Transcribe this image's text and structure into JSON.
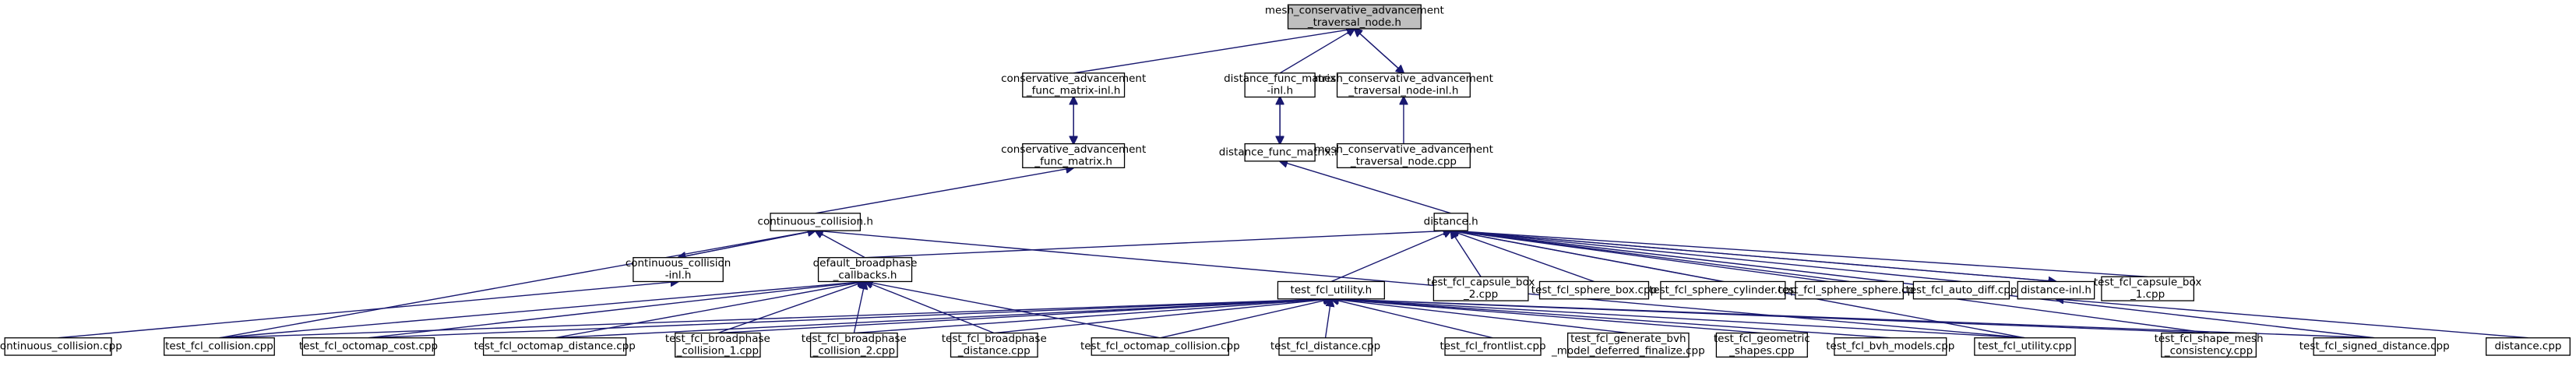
{
  "graph": {
    "colors": {
      "edge": "#191970",
      "root_fill": "#bfbfbf",
      "node_fill": "#ffffff",
      "border": "#000000"
    },
    "nodes": [
      {
        "id": "root",
        "lines": [
          "mesh_conservative_advancement",
          "_traversal_node.h"
        ],
        "root": true
      },
      {
        "id": "cafm_inl",
        "lines": [
          "conservative_advancement",
          "_func_matrix-inl.h"
        ]
      },
      {
        "id": "dfm_inl",
        "lines": [
          "distance_func_matrix",
          "-inl.h"
        ]
      },
      {
        "id": "mcatn_inl",
        "lines": [
          "mesh_conservative_advancement",
          "_traversal_node-inl.h"
        ]
      },
      {
        "id": "cafm",
        "lines": [
          "conservative_advancement",
          "_func_matrix.h"
        ]
      },
      {
        "id": "dfm",
        "lines": [
          "distance_func_matrix.h"
        ]
      },
      {
        "id": "mcatn_cpp",
        "lines": [
          "mesh_conservative_advancement",
          "_traversal_node.cpp"
        ]
      },
      {
        "id": "cc",
        "lines": [
          "continuous_collision.h"
        ]
      },
      {
        "id": "dist",
        "lines": [
          "distance.h"
        ]
      },
      {
        "id": "cc_inl",
        "lines": [
          "continuous_collision",
          "-inl.h"
        ]
      },
      {
        "id": "dbc",
        "lines": [
          "default_broadphase",
          "_callbacks.h"
        ]
      },
      {
        "id": "tfu",
        "lines": [
          "test_fcl_utility.h"
        ]
      },
      {
        "id": "capbox2",
        "lines": [
          "test_fcl_capsule_box",
          "_2.cpp"
        ]
      },
      {
        "id": "spherebox",
        "lines": [
          "test_fcl_sphere_box.cpp"
        ]
      },
      {
        "id": "spherecyl",
        "lines": [
          "test_fcl_sphere_cylinder.cpp"
        ]
      },
      {
        "id": "spheresphere",
        "lines": [
          "test_fcl_sphere_sphere.cpp"
        ]
      },
      {
        "id": "autodiff",
        "lines": [
          "test_fcl_auto_diff.cpp"
        ]
      },
      {
        "id": "dist_inl",
        "lines": [
          "distance-inl.h"
        ]
      },
      {
        "id": "capbox1",
        "lines": [
          "test_fcl_capsule_box",
          "_1.cpp"
        ]
      },
      {
        "id": "cc_cpp",
        "lines": [
          "continuous_collision.cpp"
        ]
      },
      {
        "id": "coll",
        "lines": [
          "test_fcl_collision.cpp"
        ]
      },
      {
        "id": "octcost",
        "lines": [
          "test_fcl_octomap_cost.cpp"
        ]
      },
      {
        "id": "octdist",
        "lines": [
          "test_fcl_octomap_distance.cpp"
        ]
      },
      {
        "id": "bp1",
        "lines": [
          "test_fcl_broadphase",
          "_collision_1.cpp"
        ]
      },
      {
        "id": "bp2",
        "lines": [
          "test_fcl_broadphase",
          "_collision_2.cpp"
        ]
      },
      {
        "id": "bpd",
        "lines": [
          "test_fcl_broadphase",
          "_distance.cpp"
        ]
      },
      {
        "id": "octcoll",
        "lines": [
          "test_fcl_octomap_collision.cpp"
        ]
      },
      {
        "id": "tdist",
        "lines": [
          "test_fcl_distance.cpp"
        ]
      },
      {
        "id": "front",
        "lines": [
          "test_fcl_frontlist.cpp"
        ]
      },
      {
        "id": "genbvh",
        "lines": [
          "test_fcl_generate_bvh",
          "_model_deferred_finalize.cpp"
        ]
      },
      {
        "id": "geom",
        "lines": [
          "test_fcl_geometric",
          "_shapes.cpp"
        ]
      },
      {
        "id": "bvh",
        "lines": [
          "test_fcl_bvh_models.cpp"
        ]
      },
      {
        "id": "util",
        "lines": [
          "test_fcl_utility.cpp"
        ]
      },
      {
        "id": "smc",
        "lines": [
          "test_fcl_shape_mesh",
          "_consistency.cpp"
        ]
      },
      {
        "id": "sdist",
        "lines": [
          "test_fcl_signed_distance.cpp"
        ]
      },
      {
        "id": "distcpp",
        "lines": [
          "distance.cpp"
        ]
      }
    ]
  }
}
